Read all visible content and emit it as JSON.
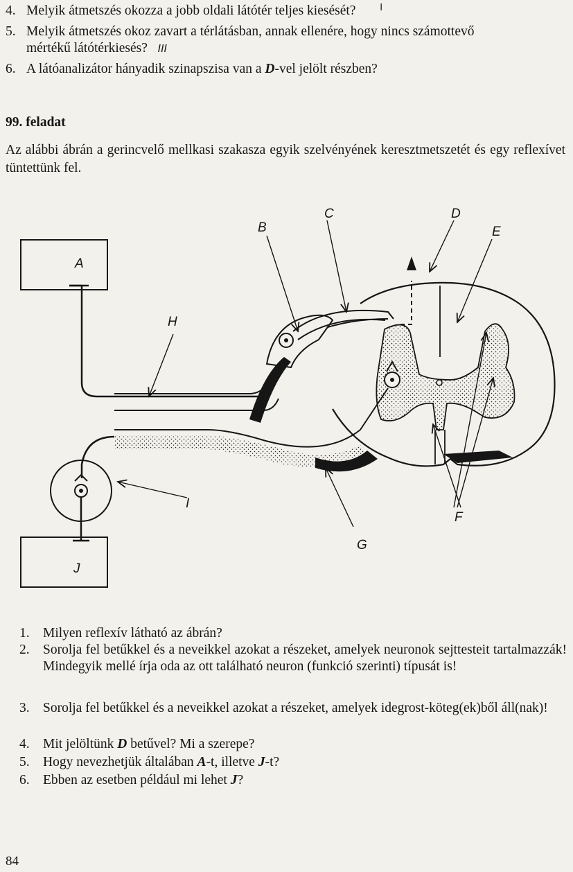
{
  "top_questions": [
    {
      "num": "4.",
      "text": "Melyik átmetszés okozza a jobb oldali látótér teljes kiesését?",
      "handwritten": "I"
    },
    {
      "num": "5.",
      "text": "Melyik átmetszés okoz zavart a térlátásban, annak ellenére, hogy nincs számottevő",
      "text2": "mértékű látótérkiesés?",
      "handwritten": "III"
    },
    {
      "num": "6.",
      "text_pre": "A látóanalizátor hányadik szinapszisa van a ",
      "text_bold": "D",
      "text_post": "-vel jelölt részben?"
    }
  ],
  "task": {
    "title": "99. feladat",
    "intro": "Az alábbi ábrán a gerincvelő mellkasi szakasza egyik szelvényének keresztmetszetét és egy reflexívet tüntettünk fel."
  },
  "diagram_labels": {
    "A": "A",
    "B": "B",
    "C": "C",
    "D": "D",
    "E": "E",
    "F": "F",
    "G": "G",
    "H": "H",
    "I": "I",
    "J": "J"
  },
  "questions": [
    {
      "num": "1.",
      "text": "Milyen reflexív látható az ábrán?"
    },
    {
      "num": "2.",
      "text": "Sorolja fel betűkkel és a neveikkel azokat a részeket, amelyek neuronok sejttesteit tartalmazzák! Mindegyik mellé írja oda az ott található neuron (funkció szerinti) típusát is!"
    },
    {
      "num": "3.",
      "text": "Sorolja fel betűkkel és a neveikkel azokat a részeket, amelyek idegrost-köteg(ek)ből áll(nak)!"
    },
    {
      "num": "4.",
      "pre": "Mit jelöltünk ",
      "b1": "D",
      "mid": " betűvel? Mi a szerepe?",
      "b2": "",
      "post": ""
    },
    {
      "num": "5.",
      "pre": "Hogy nevezhetjük általában ",
      "b1": "A",
      "mid": "-t, illetve ",
      "b2": "J",
      "post": "-t?"
    },
    {
      "num": "6.",
      "pre": "Ebben az esetben például mi lehet ",
      "b1": "J",
      "mid": "?",
      "b2": "",
      "post": ""
    }
  ],
  "page_number": "84",
  "colors": {
    "paper": "#f3f1ec",
    "ink": "#161616",
    "ghost": "#b9b6ae"
  }
}
